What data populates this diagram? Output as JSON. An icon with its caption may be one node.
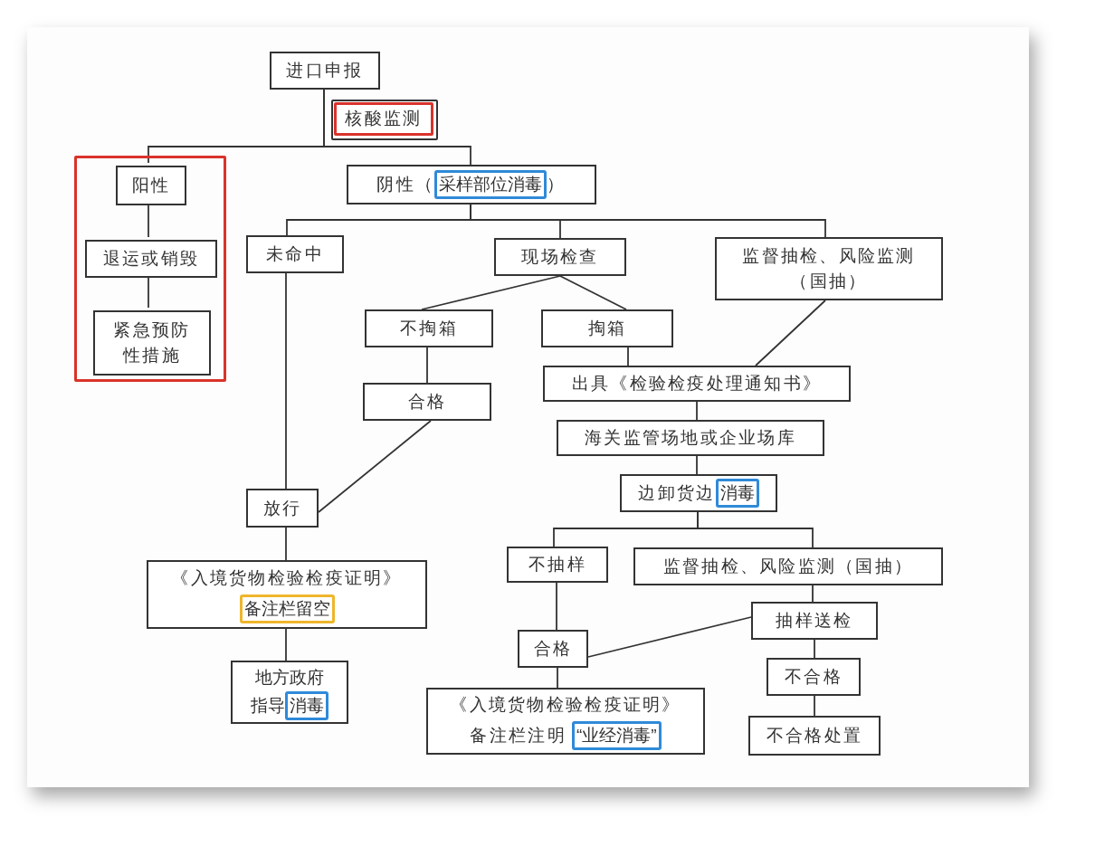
{
  "diagram": {
    "nodes": [
      {
        "text": [
          "进口申报"
        ]
      },
      {
        "text": [],
        "shape": "box"
      },
      {
        "text": [
          "核酸监测"
        ],
        "in": 1
      },
      {
        "text": [],
        "shape": "box"
      },
      {
        "text": [
          "阳性"
        ],
        "in": 3
      },
      {
        "text": [
          "退运或销毁"
        ],
        "in": 3
      },
      {
        "text": [
          "紧急预防性措施"
        ],
        "in": 3
      },
      {
        "text": [
          "阴性（",
          "）"
        ]
      },
      {
        "text": [
          "采样部位消毒"
        ],
        "in": 7
      },
      {
        "text": [
          "未命中"
        ]
      },
      {
        "text": [
          "现场检查"
        ]
      },
      {
        "text": [
          "监督抽检、风险监测（国抽）"
        ]
      },
      {
        "text": [
          "不掏箱"
        ]
      },
      {
        "text": [
          "掏箱"
        ]
      },
      {
        "text": [
          "合格"
        ]
      },
      {
        "text": [
          "出具《检验检疫处理通知书》"
        ]
      },
      {
        "text": [
          "海关监管场地或企业场库"
        ]
      },
      {
        "text": [
          "放行"
        ]
      },
      {
        "text": [
          "边卸货边"
        ]
      },
      {
        "text": [
          "消毒"
        ],
        "in": 18
      },
      {
        "text": [
          "《入境货物检验检疫证明》"
        ]
      },
      {
        "text": [
          "备注栏留空"
        ],
        "in": 20
      },
      {
        "text": [
          "不抽样"
        ]
      },
      {
        "text": [
          "监督抽检、风险监测（国抽）"
        ]
      },
      {
        "text": [
          "抽样送检"
        ]
      },
      {
        "text": [
          "地方政府指导"
        ]
      },
      {
        "text": [
          "消毒"
        ],
        "in": 25
      },
      {
        "text": [
          "合格"
        ]
      },
      {
        "text": [
          "不合格"
        ]
      },
      {
        "text": [
          "《入境货物检验检疫证明》",
          "备注栏注明"
        ]
      },
      {
        "text": [
          "“业经消毒”"
        ],
        "in": 29
      },
      {
        "text": [
          "不合格处置"
        ]
      }
    ],
    "edges": [
      {
        "from": 0,
        "to": 4,
        "arrow": "none"
      },
      {
        "from": 0,
        "to": 7,
        "arrow": "none"
      },
      {
        "from": 4,
        "to": 5,
        "arrow": "none"
      },
      {
        "from": 5,
        "to": 6,
        "arrow": "none"
      },
      {
        "from": 7,
        "to": 9,
        "arrow": "none"
      },
      {
        "from": 7,
        "to": 10,
        "arrow": "none"
      },
      {
        "from": 7,
        "to": 11,
        "arrow": "none"
      },
      {
        "from": 9,
        "to": 17,
        "arrow": "none"
      },
      {
        "from": 10,
        "to": 12,
        "arrow": "none"
      },
      {
        "from": 10,
        "to": 13,
        "arrow": "none"
      },
      {
        "from": 12,
        "to": 14,
        "arrow": "none"
      },
      {
        "from": 14,
        "to": 17,
        "arrow": "none"
      },
      {
        "from": 13,
        "to": 15,
        "arrow": "none"
      },
      {
        "from": 11,
        "to": 15,
        "arrow": "none"
      },
      {
        "from": 15,
        "to": 16,
        "arrow": "none"
      },
      {
        "from": 16,
        "to": 18,
        "arrow": "none"
      },
      {
        "from": 18,
        "to": 22,
        "arrow": "none"
      },
      {
        "from": 18,
        "to": 23,
        "arrow": "none"
      },
      {
        "from": 17,
        "to": 20,
        "arrow": "none"
      },
      {
        "from": 20,
        "to": 25,
        "arrow": "none"
      },
      {
        "from": 22,
        "to": 27,
        "arrow": "none"
      },
      {
        "from": 23,
        "to": 24,
        "arrow": "none"
      },
      {
        "from": 24,
        "to": 27,
        "arrow": "none"
      },
      {
        "from": 24,
        "to": 28,
        "arrow": "none"
      },
      {
        "from": 28,
        "to": 31,
        "arrow": "none"
      },
      {
        "from": 27,
        "to": 29,
        "arrow": "none"
      }
    ]
  }
}
